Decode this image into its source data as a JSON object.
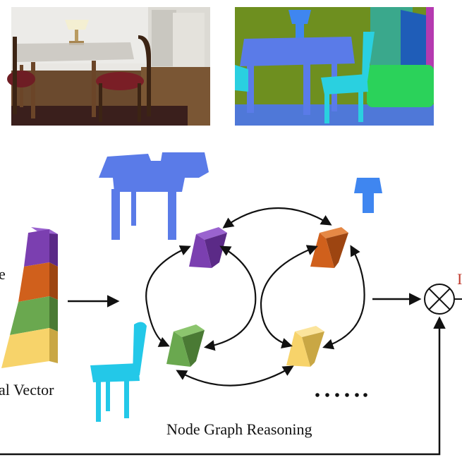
{
  "labels": {
    "graph_caption": "Node Graph Reasoning",
    "vector_caption": "al Vector",
    "left_cut_letter": "e",
    "right_cut_letter": "I"
  },
  "ellipsis": "......",
  "colors": {
    "purple": "#7b3fb0",
    "orange": "#d0601c",
    "green": "#6aa84f",
    "yellow": "#f7d36a",
    "table_blue": "#5a7be8",
    "lamp_blue": "#3f86f0",
    "chair_cyan": "#23c8e8",
    "arrow": "#111111"
  },
  "icons": [
    "circled-times-icon",
    "table-silhouette",
    "lamp-silhouette",
    "chair-silhouette",
    "photo-dining-room",
    "segmentation-map"
  ]
}
